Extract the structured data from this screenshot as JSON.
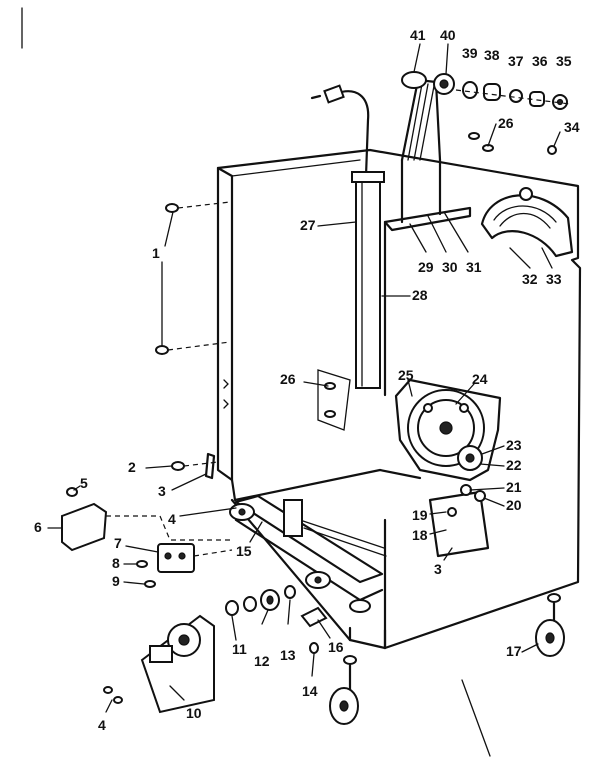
{
  "labels": [
    {
      "id": "p1",
      "text": "1"
    },
    {
      "id": "p2",
      "text": "2"
    },
    {
      "id": "p3a",
      "text": "3"
    },
    {
      "id": "p3b",
      "text": "3"
    },
    {
      "id": "p4a",
      "text": "4"
    },
    {
      "id": "p4b",
      "text": "4"
    },
    {
      "id": "p5",
      "text": "5"
    },
    {
      "id": "p6",
      "text": "6"
    },
    {
      "id": "p7",
      "text": "7"
    },
    {
      "id": "p8",
      "text": "8"
    },
    {
      "id": "p9",
      "text": "9"
    },
    {
      "id": "p10",
      "text": "10"
    },
    {
      "id": "p11",
      "text": "11"
    },
    {
      "id": "p12",
      "text": "12"
    },
    {
      "id": "p13",
      "text": "13"
    },
    {
      "id": "p14",
      "text": "14"
    },
    {
      "id": "p15",
      "text": "15"
    },
    {
      "id": "p16",
      "text": "16"
    },
    {
      "id": "p17",
      "text": "17"
    },
    {
      "id": "p18",
      "text": "18"
    },
    {
      "id": "p19",
      "text": "19"
    },
    {
      "id": "p20",
      "text": "20"
    },
    {
      "id": "p21",
      "text": "21"
    },
    {
      "id": "p22",
      "text": "22"
    },
    {
      "id": "p23",
      "text": "23"
    },
    {
      "id": "p24",
      "text": "24"
    },
    {
      "id": "p25",
      "text": "25"
    },
    {
      "id": "p26a",
      "text": "26"
    },
    {
      "id": "p26b",
      "text": "26"
    },
    {
      "id": "p27",
      "text": "27"
    },
    {
      "id": "p28",
      "text": "28"
    },
    {
      "id": "p29",
      "text": "29"
    },
    {
      "id": "p30",
      "text": "30"
    },
    {
      "id": "p31",
      "text": "31"
    },
    {
      "id": "p32",
      "text": "32"
    },
    {
      "id": "p33",
      "text": "33"
    },
    {
      "id": "p34",
      "text": "34"
    },
    {
      "id": "p35",
      "text": "35"
    },
    {
      "id": "p36",
      "text": "36"
    },
    {
      "id": "p37",
      "text": "37"
    },
    {
      "id": "p38",
      "text": "38"
    },
    {
      "id": "p39",
      "text": "39"
    },
    {
      "id": "p40",
      "text": "40"
    },
    {
      "id": "p41",
      "text": "41"
    }
  ]
}
